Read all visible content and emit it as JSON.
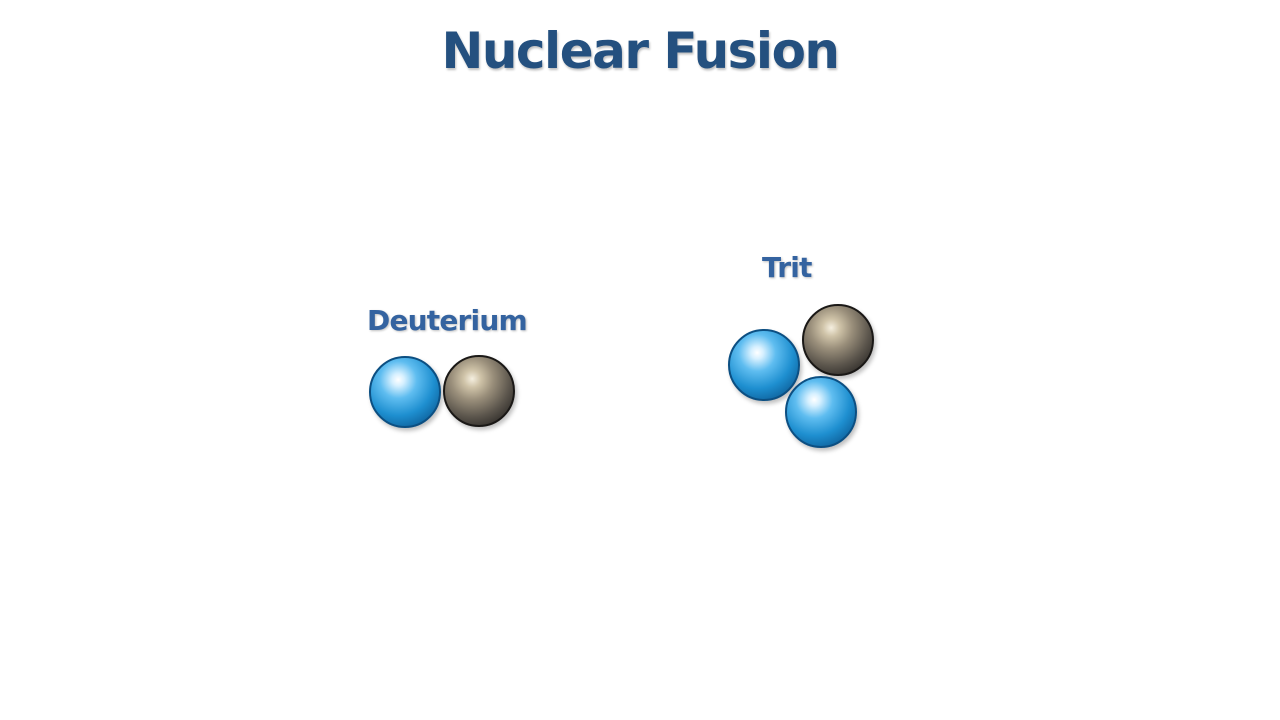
{
  "title": "Nuclear Fusion",
  "deuterium": {
    "label": "Deuterium",
    "particles": [
      "proton",
      "neutron"
    ]
  },
  "tritium": {
    "label": "Trit",
    "particles": [
      "proton",
      "neutron",
      "proton"
    ]
  },
  "colors": {
    "title": "#24507f",
    "label": "#3463a0",
    "proton": "#1e8fd0",
    "neutron": "#5b554c"
  }
}
